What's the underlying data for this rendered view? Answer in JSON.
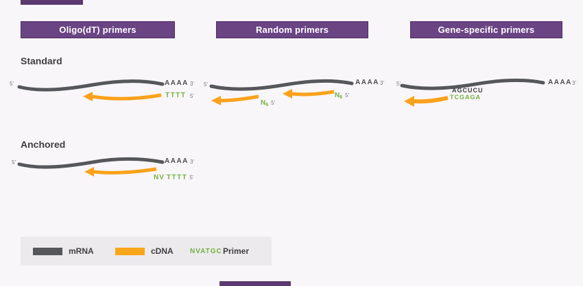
{
  "colors": {
    "background": "#F8F6F8",
    "header_fill": "#6B4484",
    "header_border": "#4F2C64",
    "accent_bar": "#5C3970",
    "mrna_gray": "#56575B",
    "cdna_orange": "#FAA21C",
    "primer_green": "#76B043",
    "text_dark": "#3E3E40",
    "legend_bg": "#ECEAED"
  },
  "headers": [
    {
      "label": "Oligo(dT) primers"
    },
    {
      "label": "Random primers"
    },
    {
      "label": "Gene-specific primers"
    }
  ],
  "sections": {
    "standard": "Standard",
    "anchored": "Anchored"
  },
  "diagrams": {
    "oligo_standard": {
      "left_end": "5'",
      "polya": "AAAA",
      "three_prime": "3'",
      "primer_seq": "TTTT",
      "primer_end": "5'"
    },
    "random_standard": {
      "left_end": "5'",
      "polya": "AAAA",
      "three_prime": "3'",
      "primer_right_base": "N",
      "primer_right_sub": "6",
      "primer_right_end": "5'",
      "primer_left_base": "N",
      "primer_left_sub": "6",
      "primer_left_end": "5'"
    },
    "gene_specific_standard": {
      "left_end": "5'",
      "polya": "AAAA",
      "three_prime": "3'",
      "mrna_seq": "AGCUCU",
      "primer_seq": "TCGAGA"
    },
    "oligo_anchored": {
      "left_end": "5'",
      "polya": "AAAA",
      "three_prime": "3'",
      "anchor_seq": "NV",
      "primer_seq": "TTTT",
      "primer_end": "5'"
    }
  },
  "legend": {
    "mrna_label": "mRNA",
    "cdna_label": "cDNA",
    "primer_seq": "NVATGC",
    "primer_label": "Primer"
  }
}
